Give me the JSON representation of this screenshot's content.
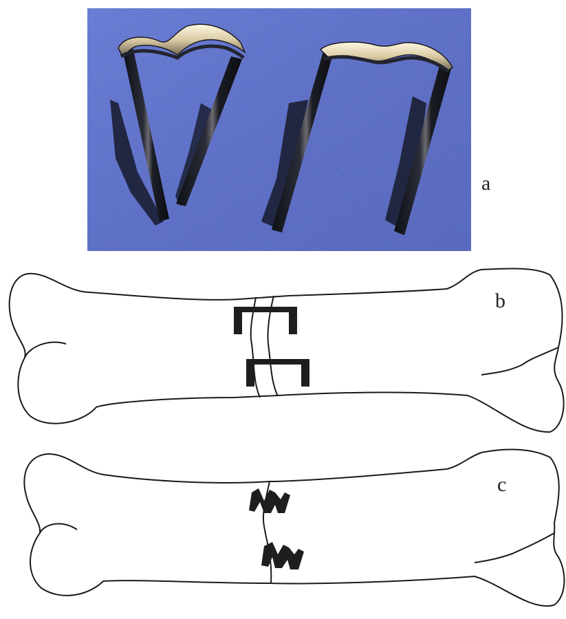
{
  "figure": {
    "panels": [
      {
        "letter": "a"
      },
      {
        "letter": "b"
      },
      {
        "letter": "c"
      }
    ]
  },
  "colors": {
    "photo_background": "#4a5fc0",
    "staple_metal": "#1a1c24",
    "staple_highlight": "#efe6c8",
    "bone_outline": "#1a1a1a",
    "bone_fill": "#ffffff",
    "staple_fill": "#1e1e1e"
  }
}
